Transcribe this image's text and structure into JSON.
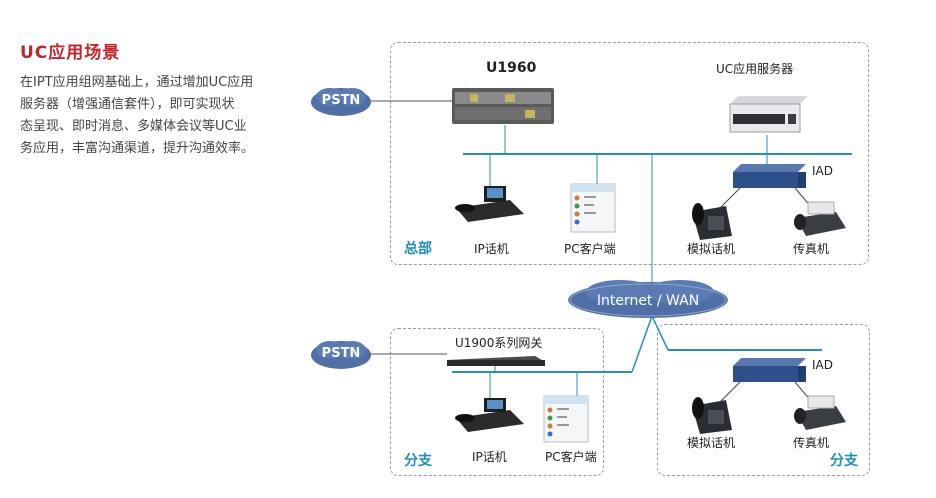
{
  "section": {
    "title": "UC应用场景",
    "description_lines": [
      "在IPT应用组网基础上，通过增加UC应用",
      "服务器（增强通信套件），即可实现状",
      "态呈现、即时消息、多媒体会议等UC业",
      "务应用，丰富沟通渠道，提升沟通效率。"
    ]
  },
  "diagram": {
    "hq": {
      "site_label": "总部",
      "gateway_label": "U1960",
      "server_label": "UC应用服务器",
      "iad_label": "IAD",
      "ip_phone_label": "IP话机",
      "pc_client_label": "PC客户端",
      "analog_phone_label": "模拟话机",
      "fax_label": "传真机",
      "pstn_label": "PSTN"
    },
    "wan_label": "Internet / WAN",
    "branch1": {
      "site_label": "分支",
      "gateway_label": "U1900系列网关",
      "ip_phone_label": "IP话机",
      "pc_client_label": "PC客户端",
      "pstn_label": "PSTN"
    },
    "branch2": {
      "site_label": "分支",
      "iad_label": "IAD",
      "analog_phone_label": "模拟话机",
      "fax_label": "传真机"
    },
    "colors": {
      "title_red": "#c0272d",
      "link_teal": "#2a8fb3",
      "site_blue": "#1b8fb8",
      "cloud_blue": "#4f6fa6"
    }
  }
}
